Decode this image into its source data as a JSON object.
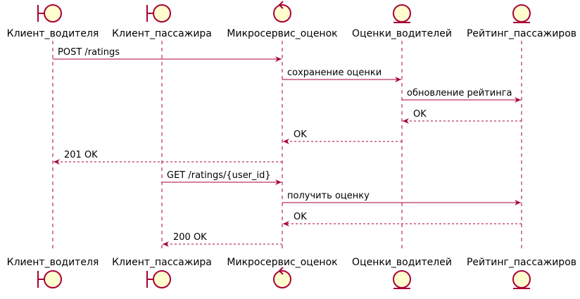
{
  "colors": {
    "actor_fill": "#FEFECE",
    "actor_stroke": "#A80036",
    "arrow": "#A80036",
    "lifeline": "#A80036",
    "text": "#000000"
  },
  "participants": [
    {
      "id": "driver_client",
      "label": "Клиент_водителя",
      "type": "boundary",
      "icon": "boundary-icon"
    },
    {
      "id": "passenger_client",
      "label": "Клиент_пассажира",
      "type": "boundary",
      "icon": "boundary-icon"
    },
    {
      "id": "ratings_service",
      "label": "Микросервис_оценок",
      "type": "control",
      "icon": "control-icon"
    },
    {
      "id": "driver_ratings",
      "label": "Оценки_водителей",
      "type": "entity",
      "icon": "entity-icon"
    },
    {
      "id": "passenger_rating",
      "label": "Рейтинг_пассажиров",
      "type": "entity",
      "icon": "entity-icon"
    }
  ],
  "messages": [
    {
      "from": 0,
      "to": 2,
      "label": "POST /ratings",
      "style": "solid"
    },
    {
      "from": 2,
      "to": 3,
      "label": "сохранение оценки",
      "style": "solid"
    },
    {
      "from": 3,
      "to": 4,
      "label": "обновление рейтинга",
      "style": "solid"
    },
    {
      "from": 4,
      "to": 3,
      "label": "OK",
      "style": "dashed"
    },
    {
      "from": 3,
      "to": 2,
      "label": "OK",
      "style": "dashed"
    },
    {
      "from": 2,
      "to": 0,
      "label": "201 OK",
      "style": "dashed"
    },
    {
      "from": 1,
      "to": 2,
      "label": "GET /ratings/{user_id}",
      "style": "solid"
    },
    {
      "from": 2,
      "to": 4,
      "label": "получить оценку",
      "style": "solid"
    },
    {
      "from": 4,
      "to": 2,
      "label": "OK",
      "style": "dashed"
    },
    {
      "from": 2,
      "to": 1,
      "label": "200 OK",
      "style": "dashed"
    }
  ]
}
